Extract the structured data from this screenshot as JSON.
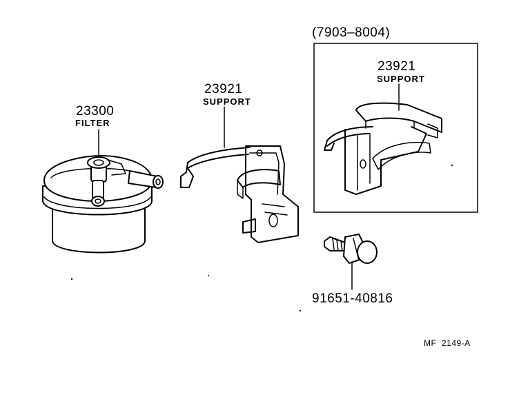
{
  "parts": {
    "filter": {
      "number": "23300",
      "name": "FILTER"
    },
    "support_main": {
      "number": "23921",
      "name": "SUPPORT"
    },
    "support_alt": {
      "number": "23921",
      "name": "SUPPORT",
      "date_range": "(7903–8004)"
    },
    "bolt": {
      "number": "91651-40816"
    }
  },
  "diagram_code": "MF  2149-A",
  "colors": {
    "line": "#000000",
    "background": "#ffffff"
  }
}
